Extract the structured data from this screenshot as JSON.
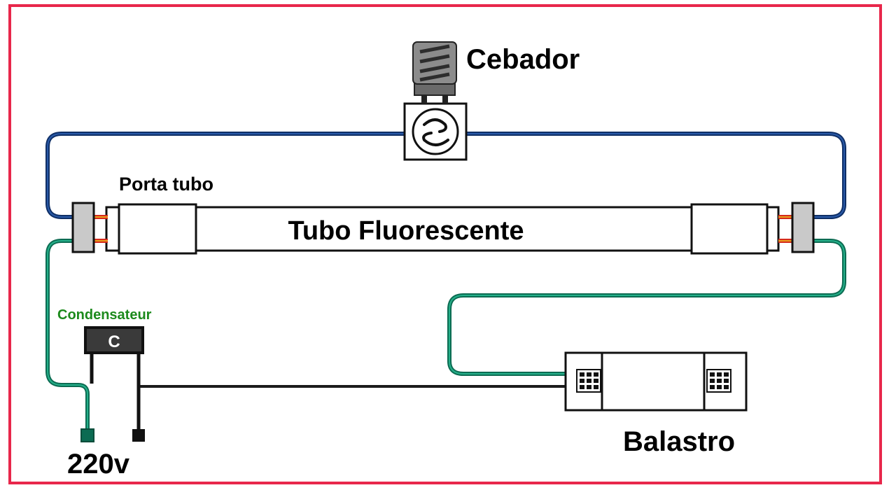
{
  "labels": {
    "cebador": "Cebador",
    "porta_tubo": "Porta tubo",
    "tubo": "Tubo Fluorescente",
    "condensateur": "Condensateur",
    "capacitor_letter": "C",
    "voltage": "220v",
    "balastro": "Balastro"
  },
  "colors": {
    "frame": "#e8274b",
    "wire_blue": "#123c78",
    "wire_green": "#138a6a",
    "wire_black": "#1b1b1b",
    "label_green": "#1c8a1c",
    "pin_red": "#d52a1a",
    "pin_orange": "#e8a01e"
  }
}
